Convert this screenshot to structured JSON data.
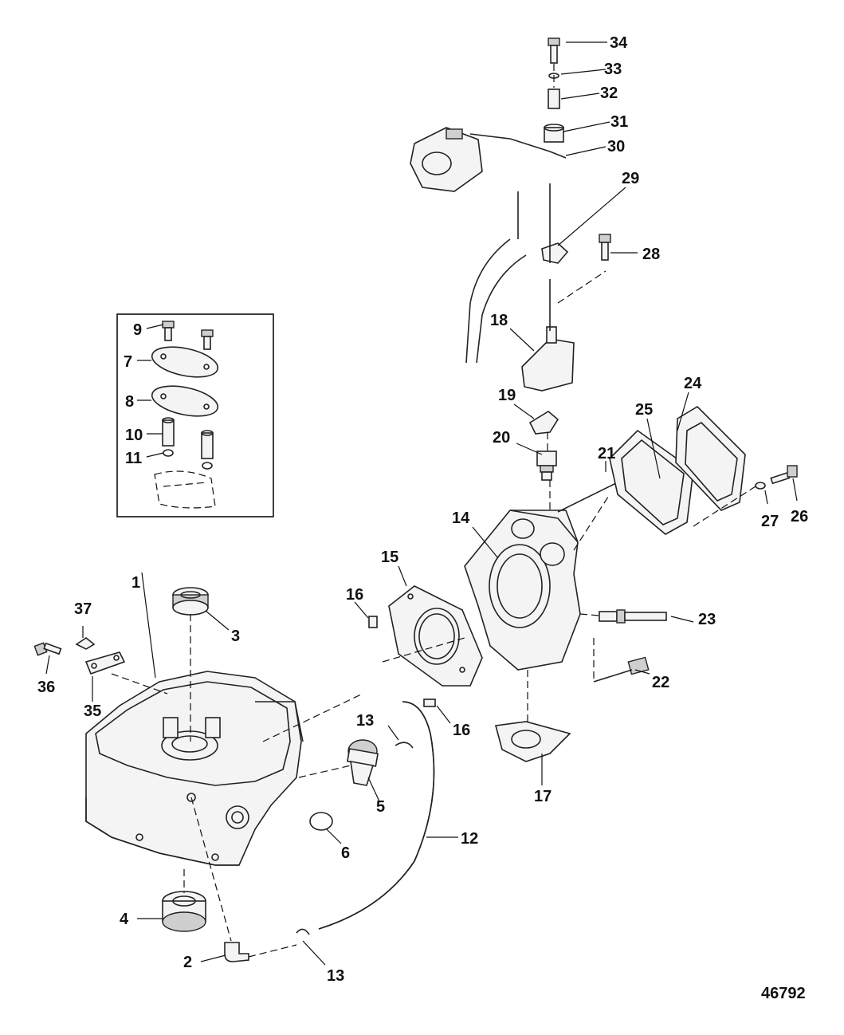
{
  "figure_id": "46792",
  "callouts": [
    "1",
    "2",
    "3",
    "4",
    "5",
    "6",
    "7",
    "8",
    "9",
    "10",
    "11",
    "12",
    "13",
    "13",
    "14",
    "15",
    "16",
    "16",
    "17",
    "18",
    "19",
    "20",
    "21",
    "22",
    "23",
    "24",
    "25",
    "26",
    "27",
    "28",
    "29",
    "30",
    "31",
    "32",
    "33",
    "34",
    "35",
    "36",
    "37"
  ],
  "parts": {
    "p1": "1",
    "p2": "2",
    "p3": "3",
    "p4": "4",
    "p5": "5",
    "p6": "6",
    "p7": "7",
    "p8": "8",
    "p9": "9",
    "p10": "10",
    "p11": "11",
    "p12": "12",
    "p13a": "13",
    "p13b": "13",
    "p14": "14",
    "p15": "15",
    "p16a": "16",
    "p16b": "16",
    "p17": "17",
    "p18": "18",
    "p19": "19",
    "p20": "20",
    "p21": "21",
    "p22": "22",
    "p23": "23",
    "p24": "24",
    "p25": "25",
    "p26": "26",
    "p27": "27",
    "p28": "28",
    "p29": "29",
    "p30": "30",
    "p31": "31",
    "p32": "32",
    "p33": "33",
    "p34": "34",
    "p35": "35",
    "p36": "36",
    "p37": "37"
  }
}
